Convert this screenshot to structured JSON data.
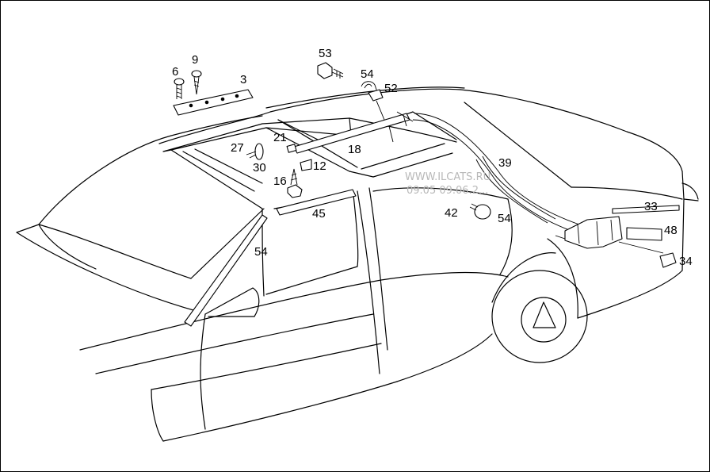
{
  "diagram": {
    "background": "#ffffff",
    "line_color": "#000000",
    "watermark_color": "#b8b8b8"
  },
  "labels": {
    "p53": "53",
    "p6": "6",
    "p9": "9",
    "p3": "3",
    "p54_top": "54",
    "p52": "52",
    "p21": "21",
    "p27": "27",
    "p18": "18",
    "p30": "30",
    "p12": "12",
    "p16": "16",
    "p39": "39",
    "p45": "45",
    "p42": "42",
    "p54_mid": "54",
    "p33": "33",
    "p48": "48",
    "p34": "34",
    "p54_pillar": "54"
  },
  "watermark": {
    "line1": "WWW.ILCATS.RU",
    "line2": "09.05 09.06.2..."
  }
}
